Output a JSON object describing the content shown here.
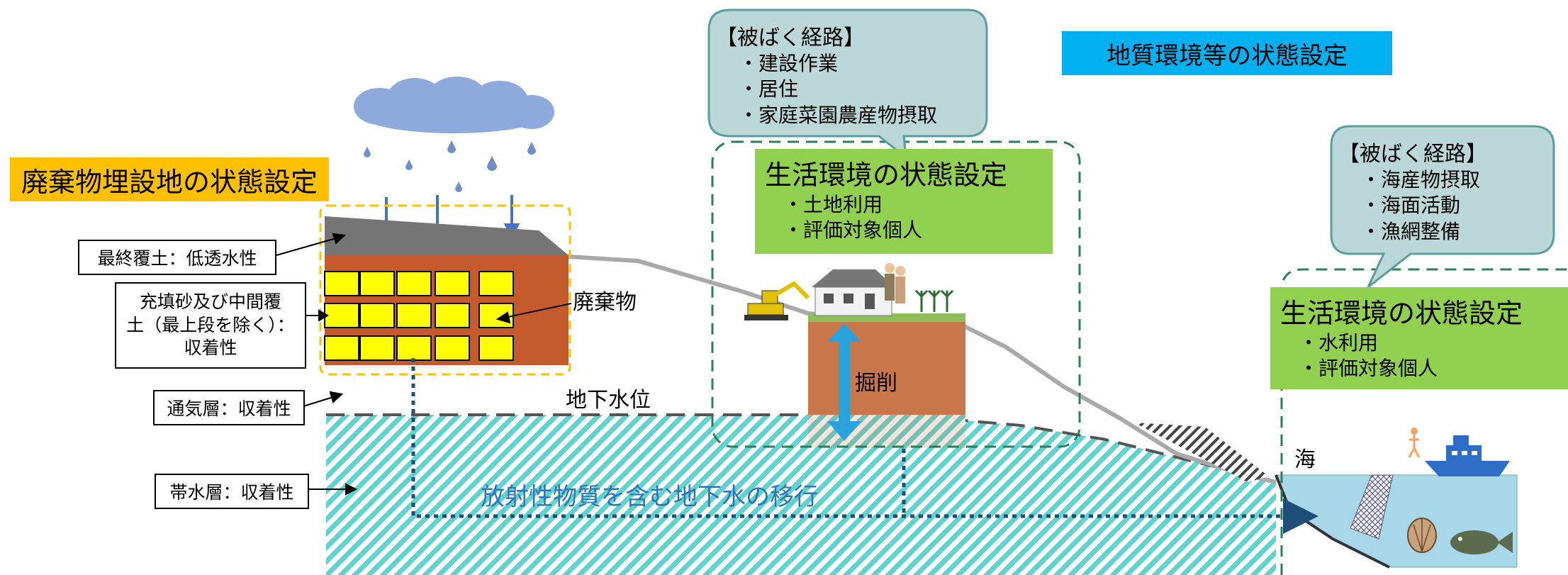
{
  "headers": {
    "landfill_state": "廃棄物埋設地の状態設定",
    "geology_state": "地質環境等の状態設定"
  },
  "living_env_land": {
    "title": "生活環境の状態設定",
    "items": [
      "・土地利用",
      "・評価対象個人"
    ]
  },
  "living_env_sea": {
    "title": "生活環境の状態設定",
    "items": [
      "・水利用",
      "・評価対象個人"
    ]
  },
  "exposure_land": {
    "title": "【被ばく経路】",
    "items": [
      "・建設作業",
      "・居住",
      "・家庭菜園農産物摂取"
    ]
  },
  "exposure_sea": {
    "title": "【被ばく経路】",
    "items": [
      "・海産物摂取",
      "・海面活動",
      "・漁網整備"
    ]
  },
  "layer_labels": {
    "final_cover": "最終覆土：低透水性",
    "fill_line1": "充填砂及び中間覆",
    "fill_line2": "土（最上段を除く）：",
    "fill_line3": "収着性",
    "aeration": "通気層：収着性",
    "aquifer": "帯水層：収着性"
  },
  "labels": {
    "waste": "廃棄物",
    "water_table": "地下水位",
    "excavation": "掘削",
    "sea": "海",
    "migration": "放射性物質を含む地下水の移行"
  },
  "colors": {
    "aquifer_hatch": "#5fd3cf",
    "waste_block": "#ffff00",
    "landfill_body": "#c55a2d",
    "green_box": "#92d050",
    "bubble_fill": "#bcd7d7",
    "dashed_border": "#2e7d5b",
    "flow_line": "#1f4e79",
    "orange_header": "#ffc000",
    "blue_header": "#00b0f0"
  }
}
